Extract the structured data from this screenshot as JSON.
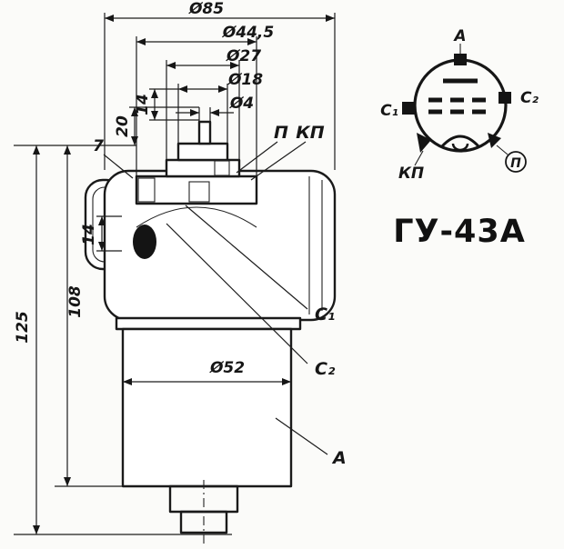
{
  "title": "ГУ-43А",
  "side_view": {
    "dimensions": {
      "dia85": "Ø85",
      "dia44_5": "Ø44,5",
      "dia27": "Ø27",
      "dia18": "Ø18",
      "dia4": "Ø4",
      "dia52": "Ø52",
      "len20": "20",
      "len14_top": "14",
      "len7": "7",
      "len14_left": "14",
      "len108": "108",
      "len125": "125"
    },
    "electrodes": {
      "p": "П",
      "kp": "КП",
      "c1": "С₁",
      "c2": "С₂",
      "a": "А"
    }
  },
  "pinout": {
    "a": "А",
    "c2": "С₂",
    "c1": "С₁",
    "kp": "КП",
    "p": "П"
  },
  "colors": {
    "ink": "#1a1a1a",
    "paper": "#fbfbf9"
  }
}
